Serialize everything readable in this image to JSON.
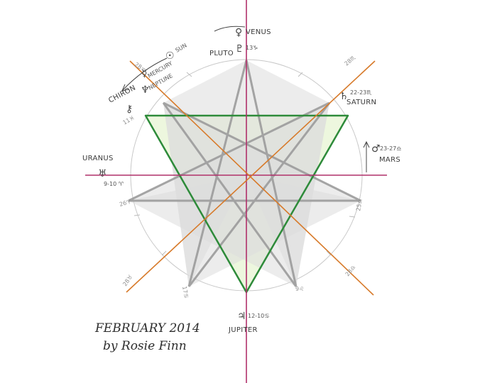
{
  "labels": {
    "venus": "VENUS",
    "pluto": "PLUTO",
    "pluto_degree": "13♑",
    "sun": "SUN",
    "mercury": "MERCURY",
    "neptune": "NEPTUNE",
    "chiron": "CHIRON",
    "chiron_degree": "11♓",
    "saturn": "SATURN",
    "saturn_degree": "22-23♏",
    "mars": "MARS",
    "mars_degree": "23-27♎",
    "uranus": "URANUS",
    "uranus_degree": "9-10 ♈",
    "jupiter": "JUPITER",
    "jupiter_degree": "12-10♋"
  },
  "glyphs": {
    "venus": "♀",
    "pluto": "♇",
    "sun": "☉",
    "mercury": "☿",
    "neptune": "♆",
    "chiron": "⚷",
    "saturn": "♄",
    "mars": "♂",
    "uranus": "♅",
    "jupiter": "♃"
  },
  "wheel_degrees": {
    "top_left": "28♒",
    "top_right": "28♏",
    "right_upper": "25♎",
    "right_lower": "28♎",
    "bottom_right": "9♌",
    "bottom_left": "17♋",
    "left_lower": "28♉",
    "left_mid": "26♈"
  },
  "credit": {
    "line1": "FEBRUARY 2014",
    "line2": "by Rosie Finn"
  },
  "colors": {
    "circle": "#c8c8c8",
    "vertical_axis": "#b0306a",
    "horizontal_axis": "#b0306a",
    "diagonal_axis": "#d77a2a",
    "star": "#9c9c9c",
    "triangle": "#2e8b3a",
    "fill_green": "#eaf6d8",
    "fill_grey": "#e4e4e4"
  }
}
